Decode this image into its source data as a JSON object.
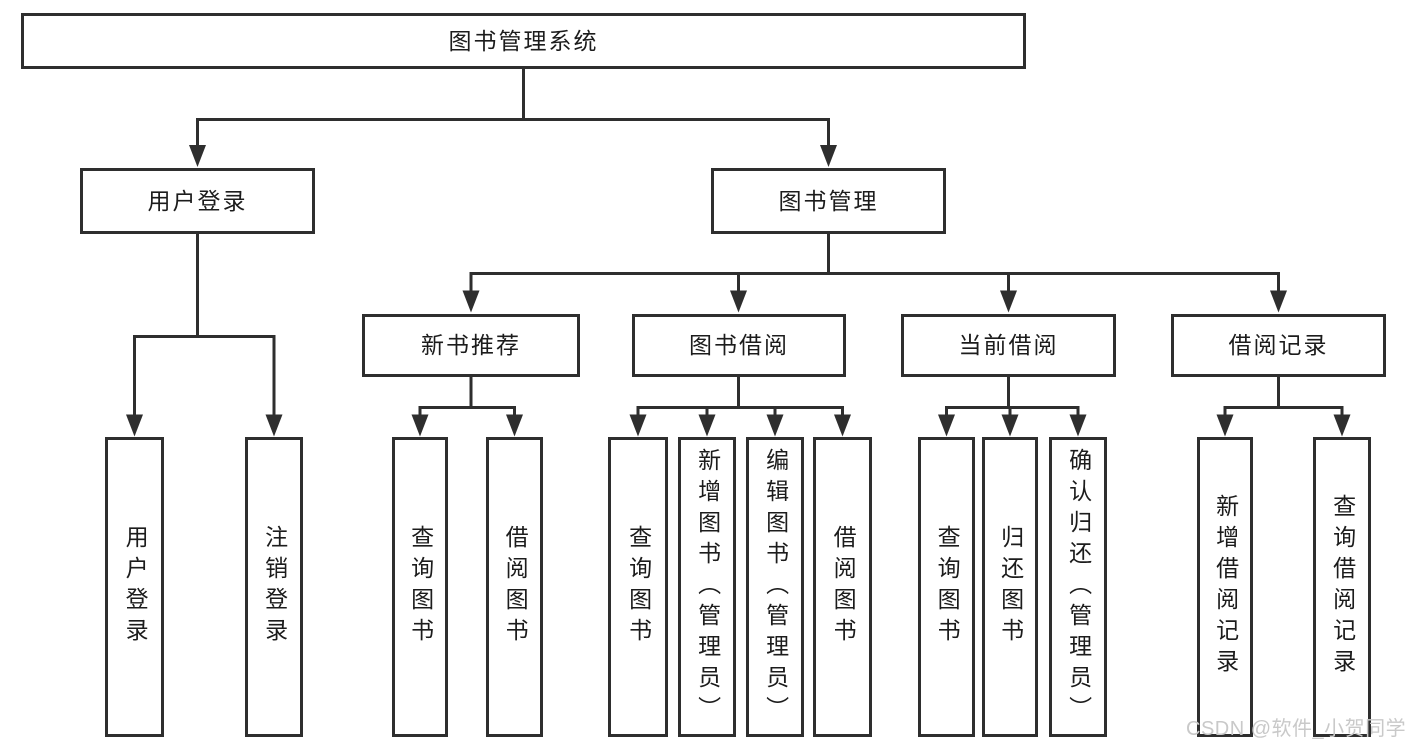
{
  "diagram": {
    "root": {
      "label": "图书管理系统"
    },
    "branches": [
      {
        "label": "用户登录",
        "children": [
          {
            "label": "用户登录"
          },
          {
            "label": "注销登录"
          }
        ]
      },
      {
        "label": "图书管理",
        "children": [
          {
            "label": "新书推荐",
            "children": [
              {
                "label": "查询图书"
              },
              {
                "label": "借阅图书"
              }
            ]
          },
          {
            "label": "图书借阅",
            "children": [
              {
                "label": "查询图书"
              },
              {
                "label": "新增图书（管理员）"
              },
              {
                "label": "编辑图书（管理员）"
              },
              {
                "label": "借阅图书"
              }
            ]
          },
          {
            "label": "当前借阅",
            "children": [
              {
                "label": "查询图书"
              },
              {
                "label": "归还图书"
              },
              {
                "label": "确认归还（管理员）"
              }
            ]
          },
          {
            "label": "借阅记录",
            "children": [
              {
                "label": "新增借阅记录"
              },
              {
                "label": "查询借阅记录"
              }
            ]
          }
        ]
      }
    ]
  },
  "watermark": {
    "text": "CSDN @软件_小贺同学"
  },
  "colors": {
    "line": "#2e2e2e",
    "text": "#1c1c1c",
    "background": "#ffffff",
    "watermark": "#c9c9c9"
  }
}
